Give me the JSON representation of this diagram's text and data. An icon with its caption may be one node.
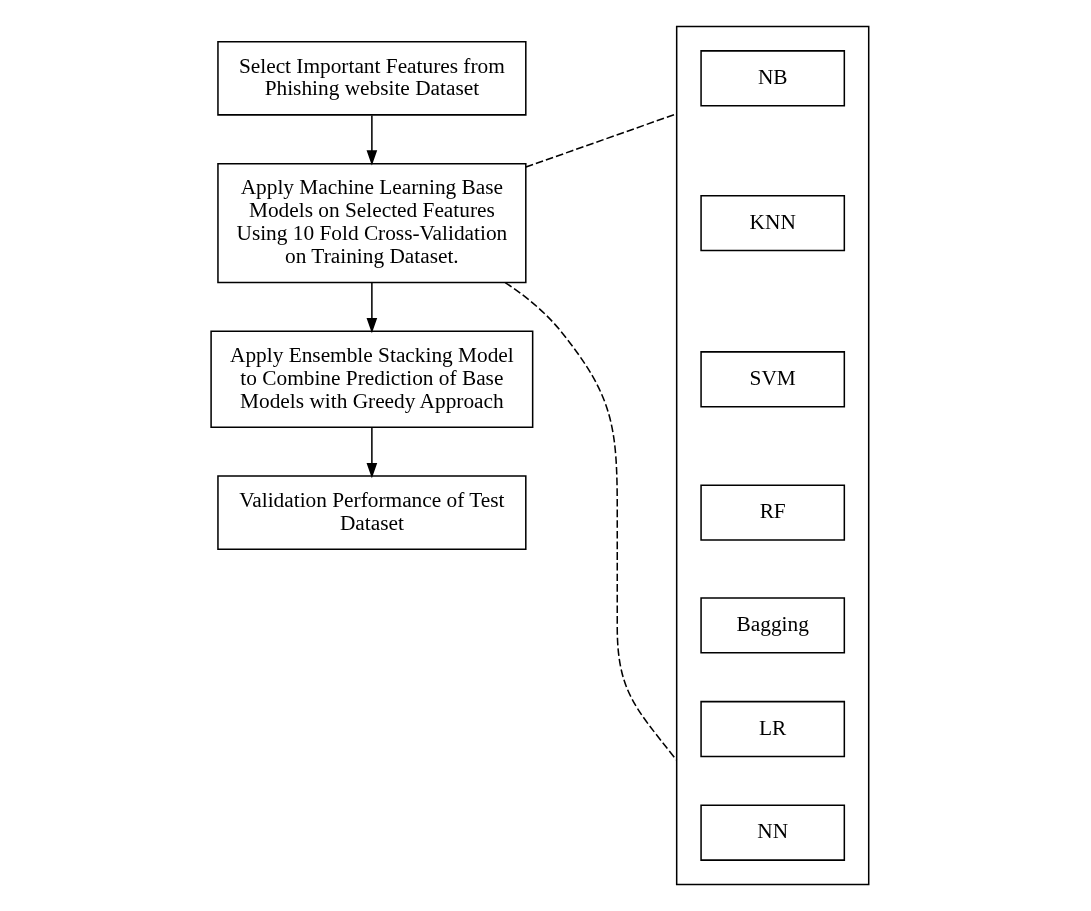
{
  "diagram": {
    "nodes": [
      {
        "text": [
          "Select Important Features from Phishing website Dataset"
        ]
      },
      {
        "text": [
          "Apply Machine Learning Base Models on Selected Features Using 10 Fold Cross-Validation on Training Dataset."
        ]
      },
      {
        "text": [
          "Apply Ensemble Stacking Model to Combine Prediction of Base Models with Greedy Approach"
        ]
      },
      {
        "text": [
          "Validation Performance of Test Dataset"
        ]
      },
      {
        "text": [],
        "shape": "box"
      },
      {
        "text": [
          "NB"
        ],
        "in": 4
      },
      {
        "text": [
          "KNN"
        ],
        "in": 4
      },
      {
        "text": [
          "SVM"
        ],
        "in": 4
      },
      {
        "text": [
          "RF"
        ],
        "in": 4
      },
      {
        "text": [
          "Bagging"
        ],
        "in": 4
      },
      {
        "text": [
          "LR"
        ],
        "in": 4
      },
      {
        "text": [
          "NN"
        ],
        "in": 4
      }
    ],
    "edges": [
      {
        "from": 0,
        "to": 1,
        "arrow": "to"
      },
      {
        "from": 1,
        "to": 2,
        "arrow": "to"
      },
      {
        "from": 2,
        "to": 3,
        "arrow": "to"
      },
      {
        "from": 1,
        "to": 4,
        "arrow": "none",
        "style": "dashed"
      },
      {
        "from": 1,
        "to": 4,
        "arrow": "none",
        "style": "dashed"
      }
    ]
  }
}
